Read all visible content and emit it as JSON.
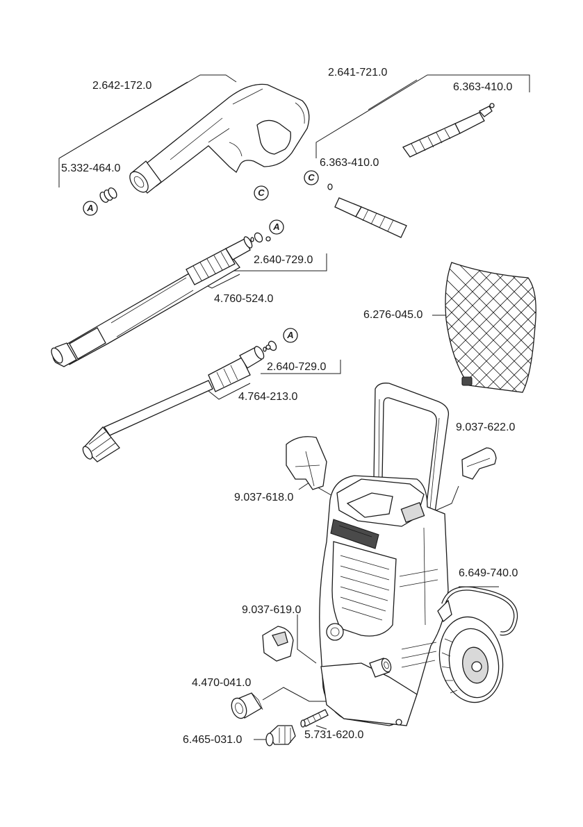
{
  "labels": {
    "gun": "2.642-172.0",
    "hose": "2.641-721.0",
    "hose_oring_top": "6.363-410.0",
    "gun_connector": "5.332-464.0",
    "hose_oring_mid": "6.363-410.0",
    "vario_lance_kit": "2.640-729.0",
    "vario_lance": "4.760-524.0",
    "dirt_blaster_kit": "2.640-729.0",
    "dirt_blaster": "4.764-213.0",
    "storage_net": "6.276-045.0",
    "holder_right": "9.037-622.0",
    "holder_left": "9.037-618.0",
    "power_cord": "6.649-740.0",
    "holder_front": "9.037-619.0",
    "water_inlet_coupling": "4.470-041.0",
    "inlet_filter": "5.731-620.0",
    "hose_adapter": "6.465-031.0"
  },
  "markers": {
    "a": "A",
    "c": "C"
  }
}
